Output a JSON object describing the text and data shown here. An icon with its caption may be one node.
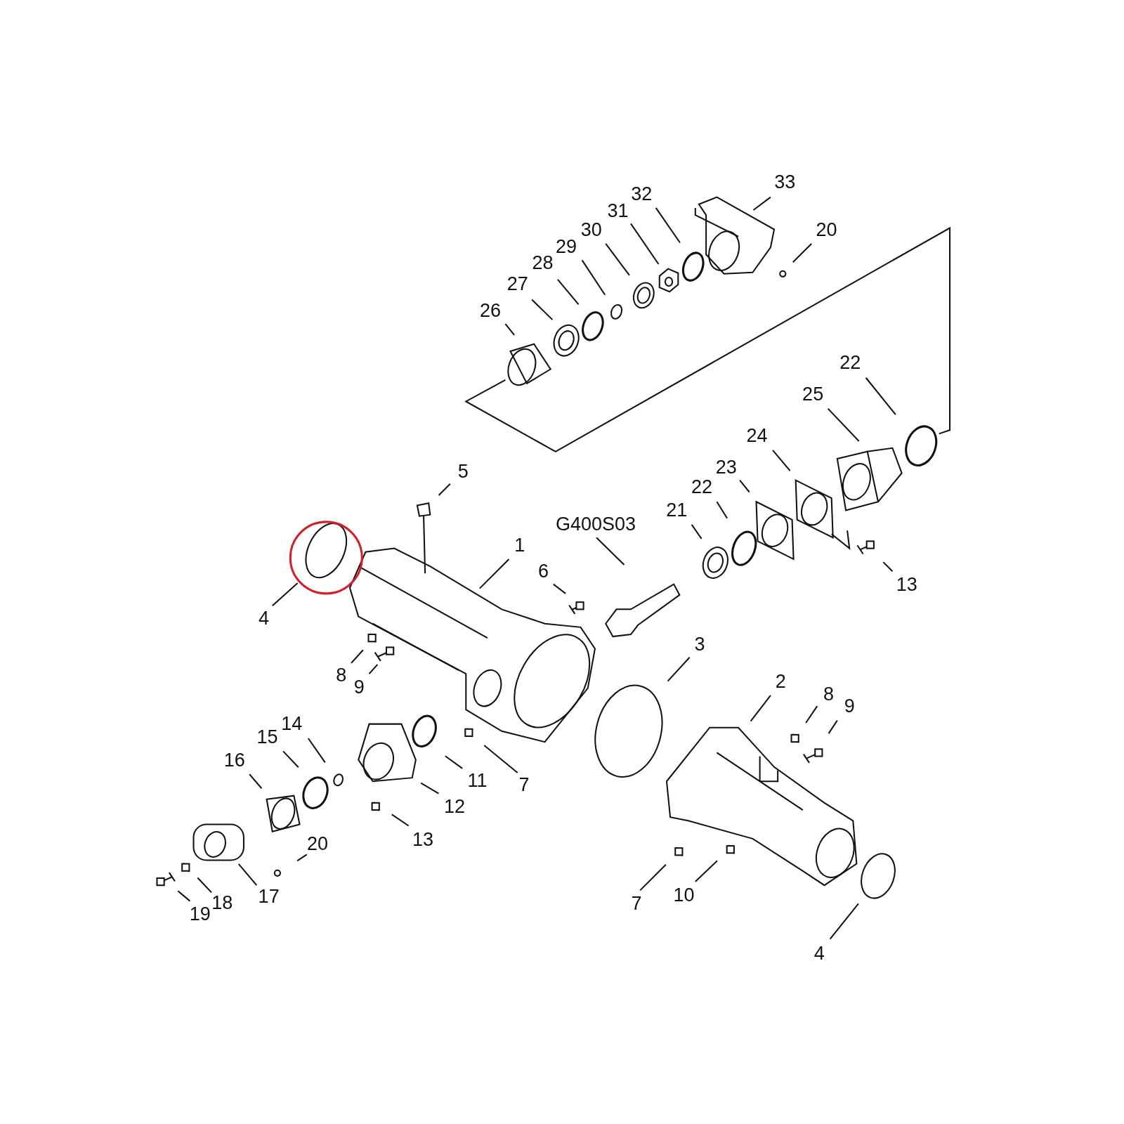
{
  "diagram": {
    "nodes": [
      {
        "text": [
          "33"
        ]
      },
      {
        "text": [
          "20"
        ]
      },
      {
        "text": [
          "32"
        ]
      },
      {
        "text": [
          "31"
        ]
      },
      {
        "text": [
          "30"
        ]
      },
      {
        "text": [
          "29"
        ]
      },
      {
        "text": [
          "28"
        ]
      },
      {
        "text": [
          "27"
        ]
      },
      {
        "text": [
          "26"
        ]
      },
      {
        "text": [
          "22"
        ]
      },
      {
        "text": [
          "25"
        ]
      },
      {
        "text": [
          "24"
        ]
      },
      {
        "text": [
          "23"
        ]
      },
      {
        "text": [
          "22"
        ]
      },
      {
        "text": [
          "21"
        ]
      },
      {
        "text": [
          "13"
        ]
      },
      {
        "text": [
          "G400S03"
        ]
      },
      {
        "text": [
          "5"
        ]
      },
      {
        "text": [
          "1"
        ]
      },
      {
        "text": [
          "6"
        ]
      },
      {
        "text": [
          "4"
        ]
      },
      {
        "text": [
          "8"
        ]
      },
      {
        "text": [
          "9"
        ]
      },
      {
        "text": [
          "3"
        ]
      },
      {
        "text": [
          "2"
        ]
      },
      {
        "text": [
          "8"
        ]
      },
      {
        "text": [
          "9"
        ]
      },
      {
        "text": [
          "14"
        ]
      },
      {
        "text": [
          "15"
        ]
      },
      {
        "text": [
          "16"
        ]
      },
      {
        "text": [
          "11"
        ]
      },
      {
        "text": [
          "7"
        ]
      },
      {
        "text": [
          "12"
        ]
      },
      {
        "text": [
          "13"
        ]
      },
      {
        "text": [
          "20"
        ]
      },
      {
        "text": [
          "17"
        ]
      },
      {
        "text": [
          "18"
        ]
      },
      {
        "text": [
          "19"
        ]
      },
      {
        "text": [
          "7"
        ]
      },
      {
        "text": [
          "10"
        ]
      },
      {
        "text": [
          "4"
        ]
      }
    ],
    "edges": [
      {
        "from": 0,
        "to": null,
        "arrow": "none"
      },
      {
        "from": 1,
        "to": null,
        "arrow": "none"
      },
      {
        "from": 2,
        "to": null,
        "arrow": "none"
      },
      {
        "from": 3,
        "to": null,
        "arrow": "none"
      },
      {
        "from": 4,
        "to": null,
        "arrow": "none"
      },
      {
        "from": 5,
        "to": null,
        "arrow": "none"
      },
      {
        "from": 6,
        "to": null,
        "arrow": "none"
      },
      {
        "from": 7,
        "to": null,
        "arrow": "none"
      },
      {
        "from": 8,
        "to": null,
        "arrow": "none"
      },
      {
        "from": 9,
        "to": null,
        "arrow": "none"
      },
      {
        "from": 10,
        "to": null,
        "arrow": "none"
      },
      {
        "from": 11,
        "to": null,
        "arrow": "none"
      },
      {
        "from": 12,
        "to": null,
        "arrow": "none"
      },
      {
        "from": 13,
        "to": null,
        "arrow": "none"
      },
      {
        "from": 14,
        "to": null,
        "arrow": "none"
      },
      {
        "from": 15,
        "to": null,
        "arrow": "none"
      },
      {
        "from": 16,
        "to": null,
        "arrow": "none"
      },
      {
        "from": 17,
        "to": null,
        "arrow": "none"
      },
      {
        "from": 18,
        "to": null,
        "arrow": "none"
      },
      {
        "from": 19,
        "to": null,
        "arrow": "none"
      },
      {
        "from": 20,
        "to": null,
        "arrow": "none"
      },
      {
        "from": 21,
        "to": null,
        "arrow": "none"
      },
      {
        "from": 22,
        "to": null,
        "arrow": "none"
      },
      {
        "from": 23,
        "to": null,
        "arrow": "none"
      },
      {
        "from": 24,
        "to": null,
        "arrow": "none"
      },
      {
        "from": 25,
        "to": null,
        "arrow": "none"
      },
      {
        "from": 26,
        "to": null,
        "arrow": "none"
      },
      {
        "from": 27,
        "to": null,
        "arrow": "none"
      },
      {
        "from": 28,
        "to": null,
        "arrow": "none"
      },
      {
        "from": 29,
        "to": null,
        "arrow": "none"
      },
      {
        "from": 30,
        "to": null,
        "arrow": "none"
      },
      {
        "from": 31,
        "to": null,
        "arrow": "none"
      },
      {
        "from": 32,
        "to": null,
        "arrow": "none"
      },
      {
        "from": 33,
        "to": null,
        "arrow": "none"
      },
      {
        "from": 34,
        "to": null,
        "arrow": "none"
      },
      {
        "from": 35,
        "to": null,
        "arrow": "none"
      },
      {
        "from": 36,
        "to": null,
        "arrow": "none"
      },
      {
        "from": 37,
        "to": null,
        "arrow": "none"
      },
      {
        "from": 38,
        "to": null,
        "arrow": "none"
      },
      {
        "from": 39,
        "to": null,
        "arrow": "none"
      },
      {
        "from": 40,
        "to": null,
        "arrow": "none"
      }
    ]
  }
}
